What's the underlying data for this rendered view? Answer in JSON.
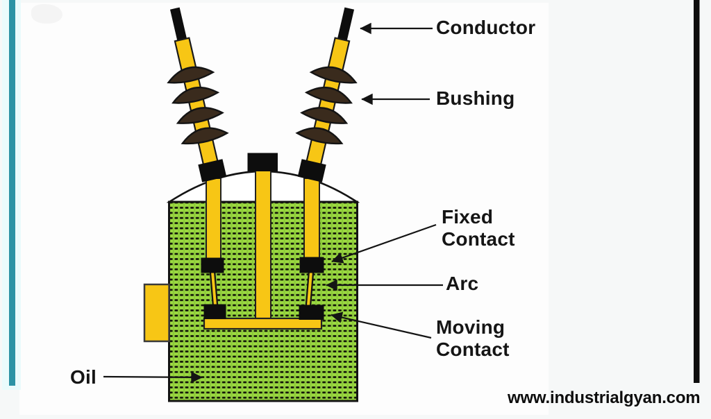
{
  "page": {
    "background": "#f6f8f8",
    "watermark_text": "www.industrialgyan.com"
  },
  "diagram": {
    "type": "labeled-diagram",
    "labels": {
      "conductor": "Conductor",
      "bushing": "Bushing",
      "fixed_contact": "Fixed\nContact",
      "arc": "Arc",
      "moving_contact": "Moving\nContact",
      "oil": "Oil"
    },
    "colors": {
      "tank_green": "#9cda41",
      "tank_green_stripe": "#8bc93a",
      "component_yellow": "#f7c615",
      "bushing_brown": "#3a2b1d",
      "outline_black": "#141414",
      "left_accent_bar": "#2c93a5",
      "right_accent_bar": "#0d0d0d"
    }
  }
}
